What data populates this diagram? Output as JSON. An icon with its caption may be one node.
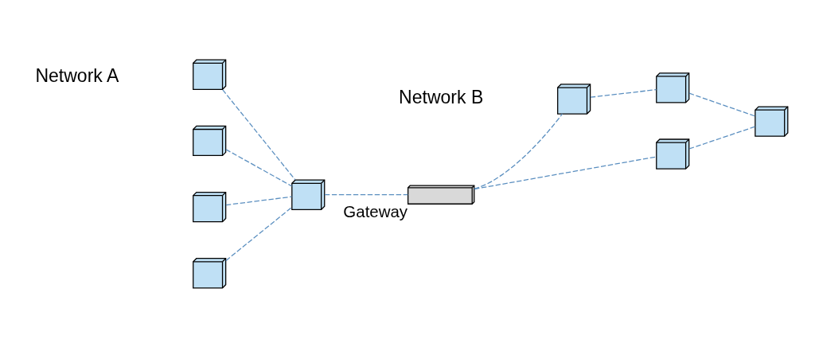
{
  "diagram": {
    "nodes": [
      {
        "text": [],
        "shape": "picture"
      },
      {
        "text": [],
        "shape": "picture"
      },
      {
        "text": [],
        "shape": "picture"
      },
      {
        "text": [],
        "shape": "picture"
      },
      {
        "text": [],
        "shape": "picture"
      },
      {
        "text": [],
        "shape": "picture",
        "beside": [
          "Gateway"
        ]
      },
      {
        "text": [],
        "shape": "picture"
      },
      {
        "text": [],
        "shape": "picture"
      },
      {
        "text": [],
        "shape": "picture"
      },
      {
        "text": [],
        "shape": "picture"
      }
    ],
    "edges": [
      {
        "from": 0,
        "to": 2,
        "arrow": "none",
        "style": "dashed"
      },
      {
        "from": 1,
        "to": 2,
        "arrow": "none",
        "style": "dashed"
      },
      {
        "from": 3,
        "to": 2,
        "arrow": "none",
        "style": "dashed"
      },
      {
        "from": 4,
        "to": 2,
        "arrow": "none",
        "style": "dashed"
      },
      {
        "from": 2,
        "to": 5,
        "arrow": "none",
        "style": "dashed"
      },
      {
        "from": 5,
        "to": 6,
        "arrow": "none",
        "style": "dashed"
      },
      {
        "from": 5,
        "to": 8,
        "arrow": "none",
        "style": "dashed"
      },
      {
        "from": 6,
        "to": 7,
        "arrow": "none",
        "style": "dashed"
      },
      {
        "from": 7,
        "to": 9,
        "arrow": "none",
        "style": "dashed"
      },
      {
        "from": 8,
        "to": 9,
        "arrow": "none",
        "style": "dashed"
      }
    ],
    "labels": [
      "Network A",
      "Network B"
    ]
  }
}
